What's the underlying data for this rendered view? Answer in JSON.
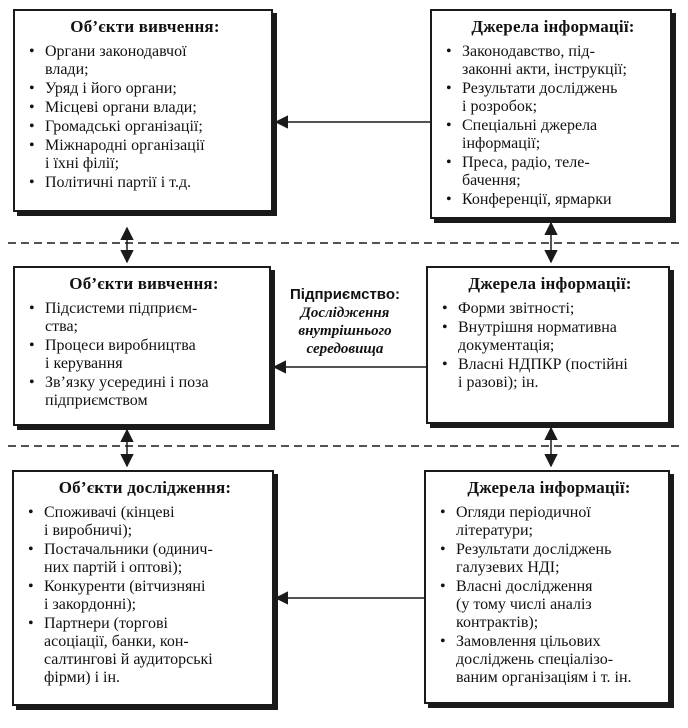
{
  "rows": [
    {
      "left": {
        "title": "Об’єкти вивчення:",
        "items": [
          "Органи законодавчої\nвлади;",
          "Уряд і його органи;",
          "Місцеві органи влади;",
          "Громадські організації;",
          "Міжнародні організації\nі їхні філії;",
          "Політичні партії і т.д."
        ]
      },
      "right": {
        "title": "Джерела інформації:",
        "items": [
          "Законодавство, під-\nзаконні акти, інструкції;",
          "Результати досліджень\nі розробок;",
          "Спеціальні джерела\nінформації;",
          "Преса, радіо, теле-\nбачення;",
          "Конференції, ярмарки"
        ]
      }
    },
    {
      "left": {
        "title": "Об’єкти вивчення:",
        "items": [
          "Підсистеми підприєм-\nства;",
          "Процеси виробництва\nі керування",
          "Зв’язку усередині і поза\nпідприємством"
        ]
      },
      "right": {
        "title": "Джерела інформації:",
        "items": [
          "Форми звітності;",
          "Внутрішня нормативна\nдокументація;",
          "Власні НДПКР (постійні\nі разові); ін."
        ]
      }
    },
    {
      "left": {
        "title": "Об’єкти дослідження:",
        "items": [
          "Споживачі (кінцеві\nі виробничі);",
          "Постачальники (одинич-\nних партій і оптові);",
          "Конкуренти (вітчизняні\nі закордонні);",
          "Партнери (торгові\nасоціації, банки, кон-\nсалтингові й аудиторські\nфірми) і ін."
        ]
      },
      "right": {
        "title": "Джерела інформації:",
        "items": [
          "Огляди періодичної\nлітератури;",
          "Результати досліджень\nгалузевих НДІ;",
          "Власні дослідження\n(у тому числі аналіз\nконтрактів);",
          "Замовлення цільових\nдосліджень спеціалізо-\nваним організаціям і т. ін."
        ]
      }
    }
  ],
  "center": {
    "title": "Підприємство:",
    "subtitle": "Дослідження\nвнутрішнього\nсередовища"
  }
}
